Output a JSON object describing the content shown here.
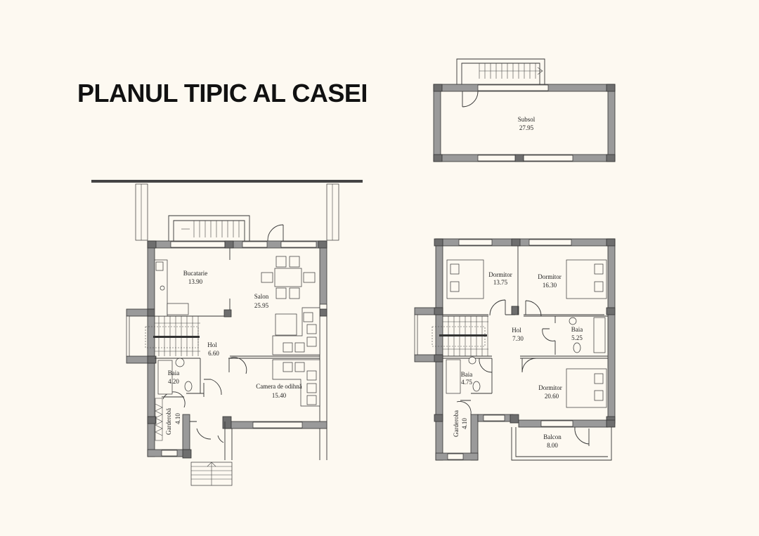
{
  "title": "PLANUL TIPIC AL CASEI",
  "basement": {
    "rooms": [
      {
        "name": "Subsol",
        "area": "27.95"
      }
    ]
  },
  "ground_floor": {
    "rooms": [
      {
        "name": "Bucatarie",
        "area": "13.90"
      },
      {
        "name": "Salon",
        "area": "25.95"
      },
      {
        "name": "Hol",
        "area": "6.60"
      },
      {
        "name": "Baia",
        "area": "4.20"
      },
      {
        "name": "Camera de odihnă",
        "area": "15.40"
      },
      {
        "name": "Garderobă",
        "area": "4.10"
      }
    ]
  },
  "upper_floor": {
    "rooms": [
      {
        "name": "Dormitor",
        "area": "13.75"
      },
      {
        "name": "Dormitor",
        "area": "16.30"
      },
      {
        "name": "Hol",
        "area": "7.30"
      },
      {
        "name": "Baia",
        "area": "5.25"
      },
      {
        "name": "Baia",
        "area": "4.75"
      },
      {
        "name": "Dormitor",
        "area": "20.60"
      },
      {
        "name": "Garderoba",
        "area": "4.10"
      },
      {
        "name": "Balcon",
        "area": "8.00"
      }
    ]
  },
  "colors": {
    "background": "#fdf9f1",
    "wall": "#9a9a9a",
    "column": "#6e6e6e",
    "line": "#333333"
  }
}
